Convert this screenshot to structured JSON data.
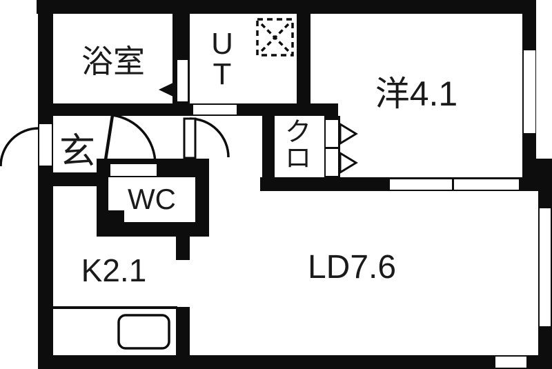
{
  "plan_title": "floor-plan",
  "colors": {
    "wall": "#0d0d0d",
    "floor": "#ffffff",
    "text": "#1a1a1a"
  },
  "rooms": {
    "bathroom": {
      "label": "浴室"
    },
    "utility": {
      "line1": "U",
      "line2": "T"
    },
    "western_room": {
      "label": "洋4.1"
    },
    "closet": {
      "line1": "ク",
      "line2": "ロ"
    },
    "entrance": {
      "label": "玄"
    },
    "toilet": {
      "label": "WC"
    },
    "kitchen": {
      "label": "K2.1"
    },
    "living_dining": {
      "label": "LD7.6"
    }
  }
}
